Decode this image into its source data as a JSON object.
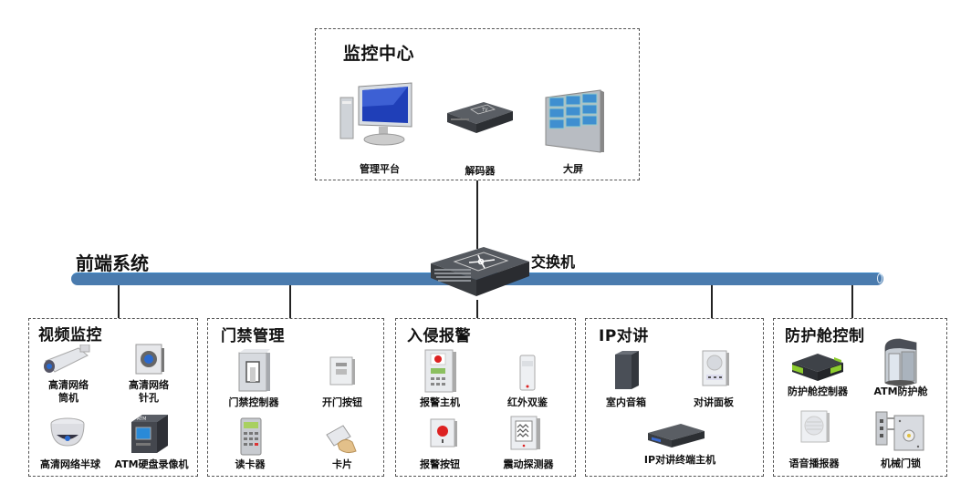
{
  "center": {
    "title": "监控中心",
    "devices": [
      {
        "label": "管理平台",
        "icon": "monitor-icon"
      },
      {
        "label": "解码器",
        "icon": "decoder-icon"
      },
      {
        "label": "大屏",
        "icon": "video-wall-icon"
      }
    ]
  },
  "backbone": {
    "label": "前端系统",
    "switch_label": "交换机",
    "pipe_color": "#4a7bae"
  },
  "subsystems": [
    {
      "title": "视频监控",
      "devices": [
        {
          "label": "高清网络\n筒机",
          "icon": "bullet-camera-icon"
        },
        {
          "label": "高清网络\n针孔",
          "icon": "pinhole-camera-icon"
        },
        {
          "label": "高清网络半球",
          "icon": "dome-camera-icon"
        },
        {
          "label": "ATM硬盘录像机",
          "icon": "atm-dvr-icon"
        }
      ]
    },
    {
      "title": "门禁管理",
      "devices": [
        {
          "label": "门禁控制器",
          "icon": "access-controller-icon"
        },
        {
          "label": "开门按钮",
          "icon": "exit-button-icon"
        },
        {
          "label": "读卡器",
          "icon": "card-reader-icon"
        },
        {
          "label": "卡片",
          "icon": "card-icon"
        }
      ]
    },
    {
      "title": "入侵报警",
      "devices": [
        {
          "label": "报警主机",
          "icon": "alarm-host-icon"
        },
        {
          "label": "红外双鉴",
          "icon": "pir-detector-icon"
        },
        {
          "label": "报警按钮",
          "icon": "alarm-button-icon"
        },
        {
          "label": "震动探测器",
          "icon": "vibration-detector-icon"
        }
      ]
    },
    {
      "title": "IP对讲",
      "devices": [
        {
          "label": "室内音箱",
          "icon": "speaker-icon"
        },
        {
          "label": "对讲面板",
          "icon": "intercom-panel-icon"
        },
        {
          "label": "IP对讲终端主机",
          "icon": "intercom-host-icon"
        }
      ]
    },
    {
      "title": "防护舱控制",
      "devices": [
        {
          "label": "防护舱控制器",
          "icon": "booth-controller-icon"
        },
        {
          "label": "ATM防护舱",
          "icon": "atm-booth-icon"
        },
        {
          "label": "语音播报器",
          "icon": "voice-announcer-icon"
        },
        {
          "label": "机械门锁",
          "icon": "mechanical-lock-icon"
        }
      ]
    }
  ]
}
